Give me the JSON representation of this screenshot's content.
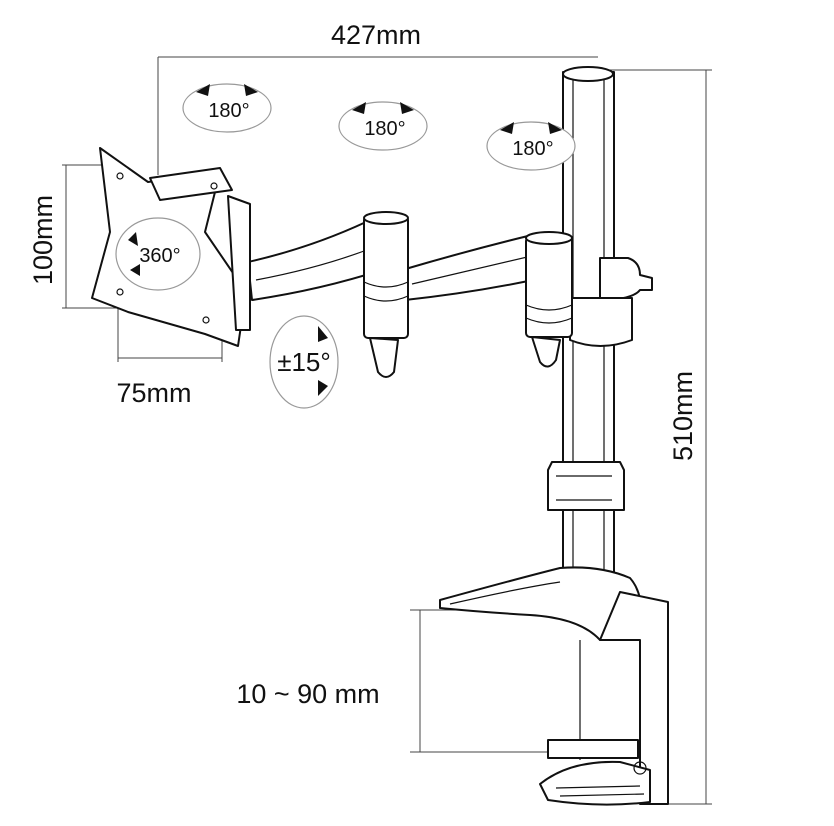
{
  "dimensions": {
    "width_total": "427mm",
    "height_total": "510mm",
    "vesa_vertical": "100mm",
    "vesa_horizontal": "75mm",
    "desk_clamp_range": "10 ~ 90 mm"
  },
  "rotations": {
    "arm_joint_1": "180°",
    "arm_joint_2": "180°",
    "pole_joint": "180°",
    "plate_rotation": "360°",
    "tilt": "±15°"
  }
}
